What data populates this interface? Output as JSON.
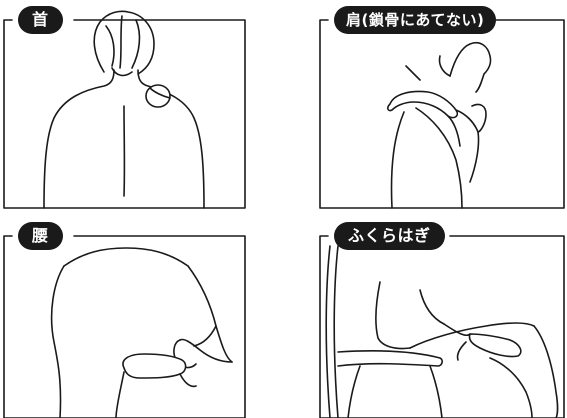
{
  "panels": [
    {
      "label": "首"
    },
    {
      "label": "肩(鎖骨にあてない)"
    },
    {
      "label": "腰"
    },
    {
      "label": "ふくらはぎ"
    }
  ]
}
